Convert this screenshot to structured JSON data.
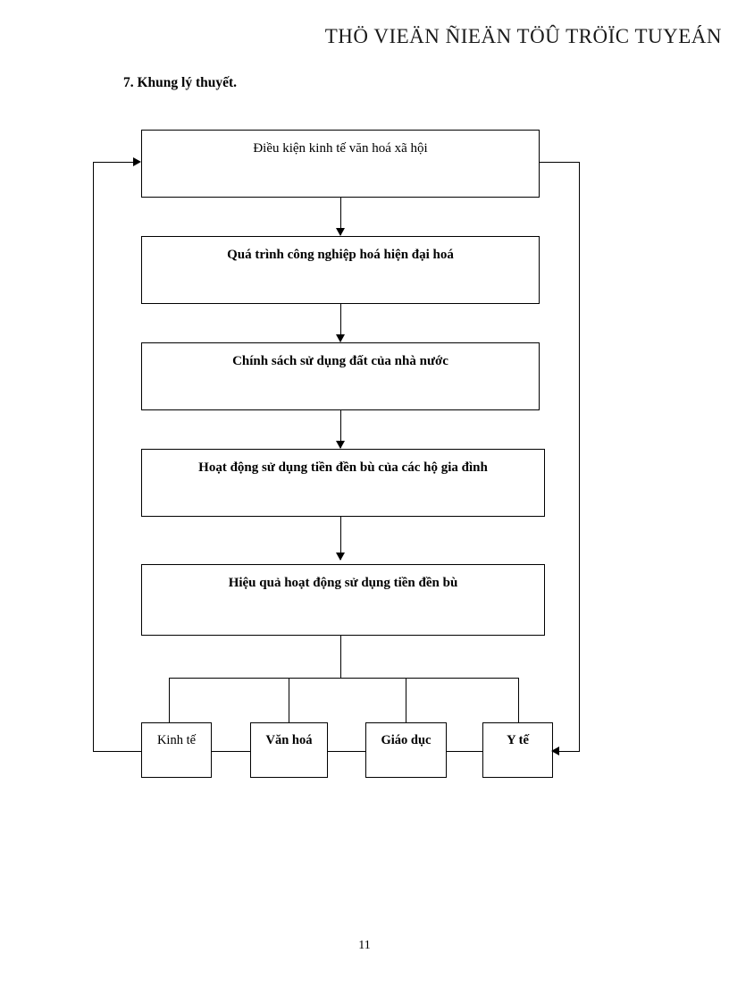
{
  "header": {
    "running_title": "THÖ VIEÄN ÑIEÄN TÖÛ TRÖÏC TUYEÁN"
  },
  "section": {
    "heading": "7. Khung lý thuyết."
  },
  "footer": {
    "page_number": "11"
  },
  "chart_data": {
    "type": "diagram",
    "title": "Khung lý thuyết",
    "orientation": "top-to-bottom",
    "nodes": [
      {
        "id": "n1",
        "label": "Điều kiện kinh tế văn hoá xã hội",
        "bold": false,
        "level": 1
      },
      {
        "id": "n2",
        "label": "Quá trình công nghiệp hoá hiện đại hoá",
        "bold": true,
        "level": 2
      },
      {
        "id": "n3",
        "label": "Chính sách sử dụng đất của nhà nước",
        "bold": true,
        "level": 3
      },
      {
        "id": "n4",
        "label": "Hoạt động sử dụng tiền đền bù của các hộ gia đình",
        "bold": true,
        "level": 4
      },
      {
        "id": "n5",
        "label": "Hiệu quả hoạt động sử dụng tiền đền bù",
        "bold": true,
        "level": 5
      },
      {
        "id": "n6",
        "label": "Kinh tế",
        "bold": false,
        "level": 6
      },
      {
        "id": "n7",
        "label": "Văn hoá",
        "bold": true,
        "level": 6
      },
      {
        "id": "n8",
        "label": "Giáo dục",
        "bold": true,
        "level": 6
      },
      {
        "id": "n9",
        "label": "Y tế",
        "bold": true,
        "level": 6
      }
    ],
    "edges": [
      {
        "from": "n1",
        "to": "n2",
        "style": "arrow-down"
      },
      {
        "from": "n2",
        "to": "n3",
        "style": "arrow-down"
      },
      {
        "from": "n3",
        "to": "n4",
        "style": "arrow-down"
      },
      {
        "from": "n4",
        "to": "n5",
        "style": "arrow-down"
      },
      {
        "from": "n5",
        "to": "n6",
        "style": "bus-down"
      },
      {
        "from": "n5",
        "to": "n7",
        "style": "bus-down"
      },
      {
        "from": "n5",
        "to": "n8",
        "style": "bus-down"
      },
      {
        "from": "n5",
        "to": "n9",
        "style": "bus-down"
      },
      {
        "from": "n6",
        "to": "n1",
        "style": "feedback-left-arrow"
      },
      {
        "from": "n1",
        "to": "n9",
        "style": "feedback-right-arrow"
      }
    ],
    "colors": {
      "line": "#000000",
      "box_fill": "#ffffff",
      "text": "#000000"
    }
  }
}
